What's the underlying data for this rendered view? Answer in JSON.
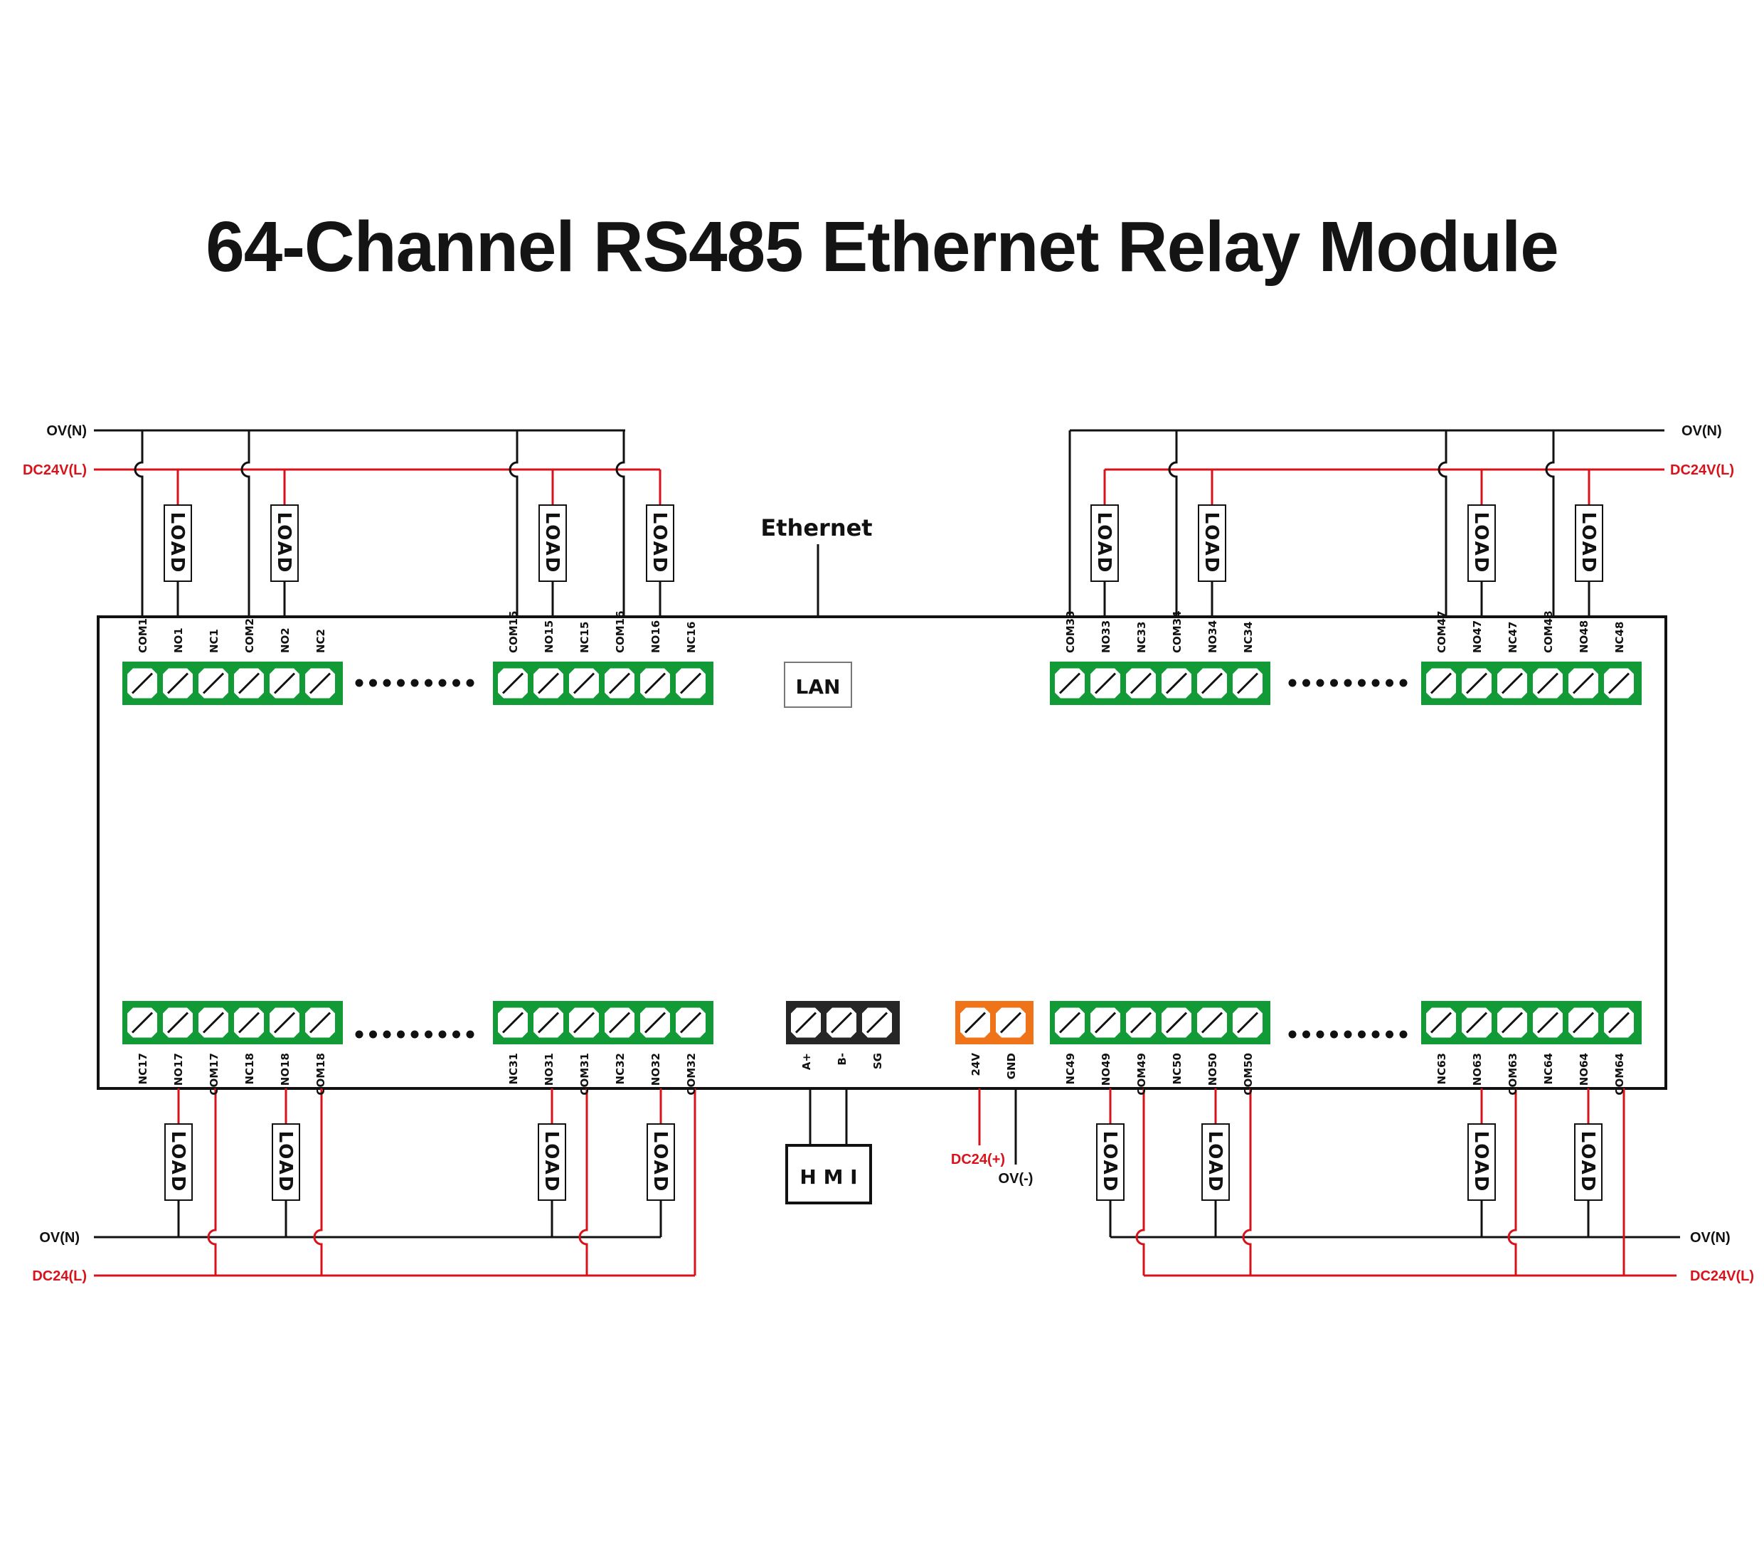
{
  "title": "64-Channel RS485 Ethernet Relay Module",
  "colors": {
    "relay_terminal_block": "#129a37",
    "rs485_terminal_block": "#262626",
    "power_terminal_block": "#ef7318",
    "positive_wire": "#d8121a",
    "neutral_wire": "#111111"
  },
  "rails": {
    "top_left_neutral": "OV(N)",
    "top_left_live": "DC24V(L)",
    "top_right_neutral": "OV(N)",
    "top_right_live": "DC24V(L)",
    "bottom_left_neutral": "OV(N)",
    "bottom_left_live": "DC24(L)",
    "bottom_right_neutral": "OV(N)",
    "bottom_right_live": "DC24V(L)"
  },
  "ethernet": {
    "label": "Ethernet",
    "port_label": "LAN"
  },
  "load_label": "LOAD",
  "hmi": {
    "label": "H M I"
  },
  "power_supply": {
    "positive_label": "DC24(+)",
    "negative_label": "OV(-)"
  },
  "separator": {
    "dots": 9
  },
  "terminal_blocks": {
    "top": [
      {
        "id": "ch1-2",
        "labels": [
          "COM1",
          "NO1",
          "NC1",
          "COM2",
          "NO2",
          "NC2"
        ]
      },
      {
        "id": "ch15-16",
        "labels": [
          "COM15",
          "NO15",
          "NC15",
          "COM16",
          "NO16",
          "NC16"
        ]
      },
      {
        "id": "ch33-34",
        "labels": [
          "COM33",
          "NO33",
          "NC33",
          "COM34",
          "NO34",
          "NC34"
        ]
      },
      {
        "id": "ch47-48",
        "labels": [
          "COM47",
          "NO47",
          "NC47",
          "COM48",
          "NO48",
          "NC48"
        ]
      }
    ],
    "bottom": [
      {
        "id": "ch17-18",
        "labels": [
          "NC17",
          "NO17",
          "COM17",
          "NC18",
          "NO18",
          "COM18"
        ]
      },
      {
        "id": "ch31-32",
        "labels": [
          "NC31",
          "NO31",
          "COM31",
          "NC32",
          "NO32",
          "COM32"
        ]
      },
      {
        "id": "ch49-50",
        "labels": [
          "NC49",
          "NO49",
          "COM49",
          "NC50",
          "NO50",
          "COM50"
        ]
      },
      {
        "id": "ch63-64",
        "labels": [
          "NC63",
          "NO63",
          "COM63",
          "NC64",
          "NO64",
          "COM64"
        ]
      }
    ],
    "rs485": {
      "labels": [
        "A+",
        "B-",
        "SG"
      ]
    },
    "power": {
      "labels": [
        "24V",
        "GND"
      ]
    }
  }
}
